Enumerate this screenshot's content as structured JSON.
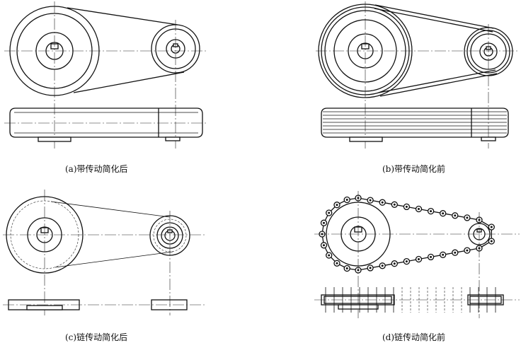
{
  "figure": {
    "panels": [
      {
        "id": "a",
        "caption": "(a)带传动简化后"
      },
      {
        "id": "b",
        "caption": "(b)带传动简化前"
      },
      {
        "id": "c",
        "caption": "(c)链传动简化后"
      },
      {
        "id": "d",
        "caption": "(d)链传动简化前"
      }
    ],
    "icons": [
      "pulley-icon",
      "belt-icon",
      "chain-icon",
      "sprocket-icon"
    ]
  }
}
